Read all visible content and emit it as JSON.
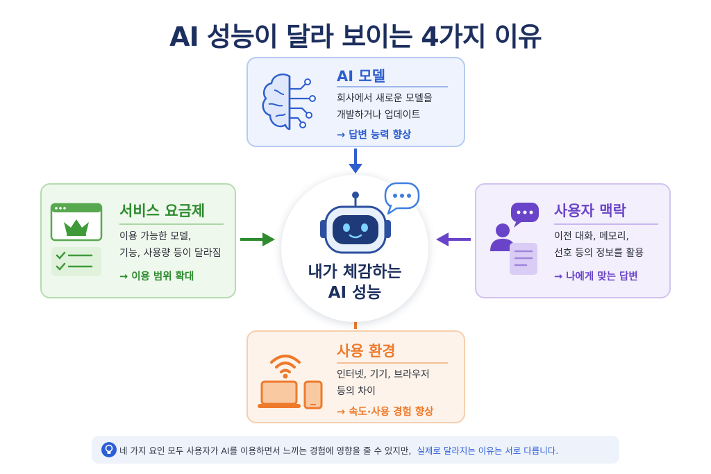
{
  "title": "AI 성능이 달라 보이는 4가지 이유",
  "center": {
    "line1": "내가 체감하는",
    "line2": "AI 성능"
  },
  "cards": {
    "model": {
      "title": "AI 모델",
      "desc1": "회사에서 새로운 모델을",
      "desc2": "개발하거나 업데이트",
      "result": "→ 답변 능력 향상",
      "icon": "brain-circuit-icon",
      "accent": "#2f5ecf"
    },
    "service": {
      "title": "서비스 요금제",
      "desc1": "이용 가능한 모델,",
      "desc2": "기능, 사용량 등이 달라짐",
      "result": "→ 이용 범위 확대",
      "icon": "plan-window-icon",
      "accent": "#2e8b2e"
    },
    "context": {
      "title": "사용자 맥락",
      "desc1": "이전 대화, 메모리,",
      "desc2": "선호 등의 정보를  활용",
      "result": "→ 나에게 맞는 답변",
      "icon": "user-chat-icon",
      "accent": "#6a44c8"
    },
    "env": {
      "title": "사용 환경",
      "desc1": "인터넷, 기기, 브라우저",
      "desc2": "등의 차이",
      "result": "→ 속도·사용 경험 향상",
      "icon": "wifi-devices-icon",
      "accent": "#ee7a2c"
    }
  },
  "footer": {
    "text_main": "네 가지 요인 모두 사용자가 AI를 이용하면서 느끼는 경험에 영향을 줄 수 있지만,",
    "text_highlight": "실제로 달라지는 이유는 서로 다릅니다.",
    "icon": "lightbulb-icon"
  }
}
